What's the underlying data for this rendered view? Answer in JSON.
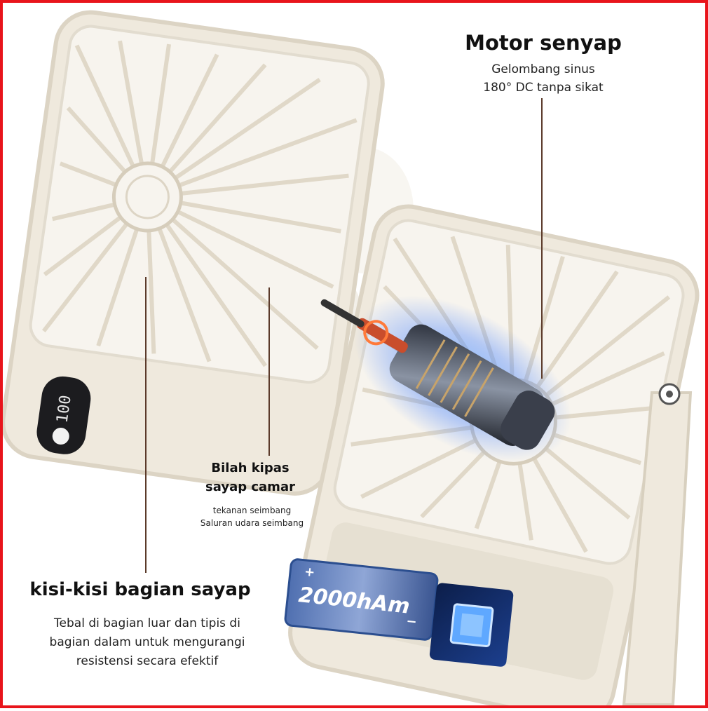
{
  "top_text": "",
  "motor": {
    "title": "Motor senyap",
    "line1": "Gelombang sinus",
    "line2": "180° DC tanpa sikat"
  },
  "blade": {
    "title_line1": "Bilah kipas",
    "title_line2": "sayap camar",
    "sub_line1": "tekanan seimbang",
    "sub_line2": "Saluran udara seimbang"
  },
  "grille": {
    "title": "kisi-kisi bagian sayap",
    "line1": "Tebal di bagian luar dan tipis di",
    "line2": "bagian dalam untuk mengurangi",
    "line3": "resistensi secara efektif"
  },
  "display_value": "100",
  "battery_label": "2000hAm",
  "colors": {
    "border": "#e8141b",
    "fan_body": "#efe9dd",
    "leader_line": "#5b3a2a",
    "battery_blue": "#2b4e8f"
  }
}
